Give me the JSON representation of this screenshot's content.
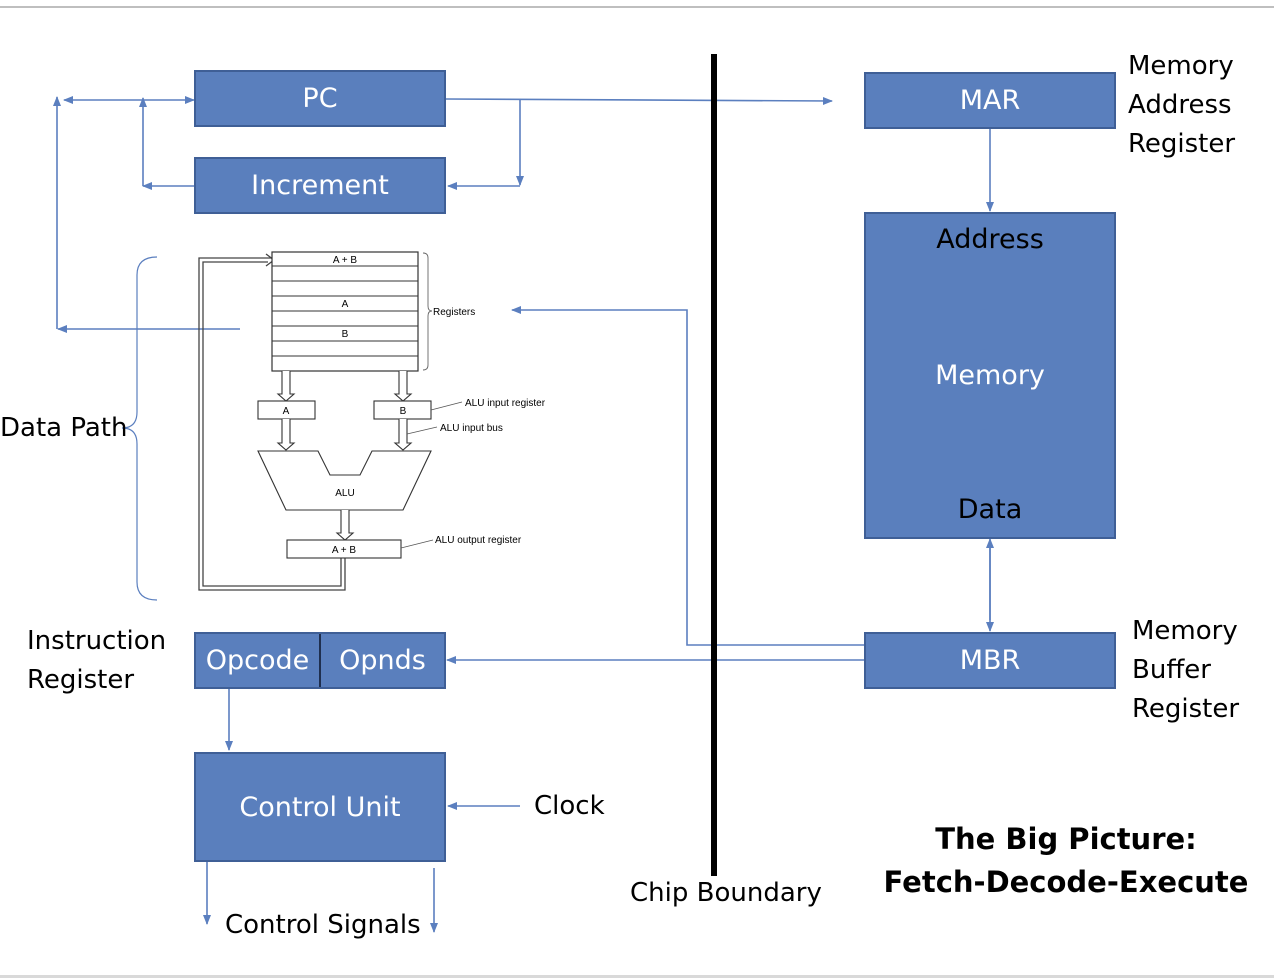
{
  "blocks": {
    "pc": "PC",
    "increment": "Increment",
    "mar": "MAR",
    "memory_address": "Address",
    "memory_label": "Memory",
    "memory_data": "Data",
    "mbr": "MBR",
    "opcode": "Opcode",
    "opnds": "Opnds",
    "control_unit": "Control Unit"
  },
  "labels": {
    "mar_desc": [
      "Memory",
      "Address",
      "Register"
    ],
    "mbr_desc": [
      "Memory",
      "Buffer",
      "Register"
    ],
    "ir_desc": [
      "Instruction",
      "Register"
    ],
    "data_path": "Data Path",
    "clock": "Clock",
    "control_signals": "Control Signals",
    "chip_boundary": "Chip Boundary"
  },
  "datapath": {
    "reg_top": "A + B",
    "reg_a": "A",
    "reg_b": "B",
    "registers": "Registers",
    "alu_in_a": "A",
    "alu_in_b": "B",
    "alu_input_register": "ALU input register",
    "alu_input_bus": "ALU input bus",
    "alu": "ALU",
    "alu_out": "A + B",
    "alu_output_register": "ALU output register"
  },
  "title": [
    "The Big Picture:",
    "Fetch-Decode-Execute"
  ],
  "colors": {
    "box_fill": "#5a7fbd",
    "box_border": "#3f5f96",
    "wire": "#5b7fbf"
  }
}
